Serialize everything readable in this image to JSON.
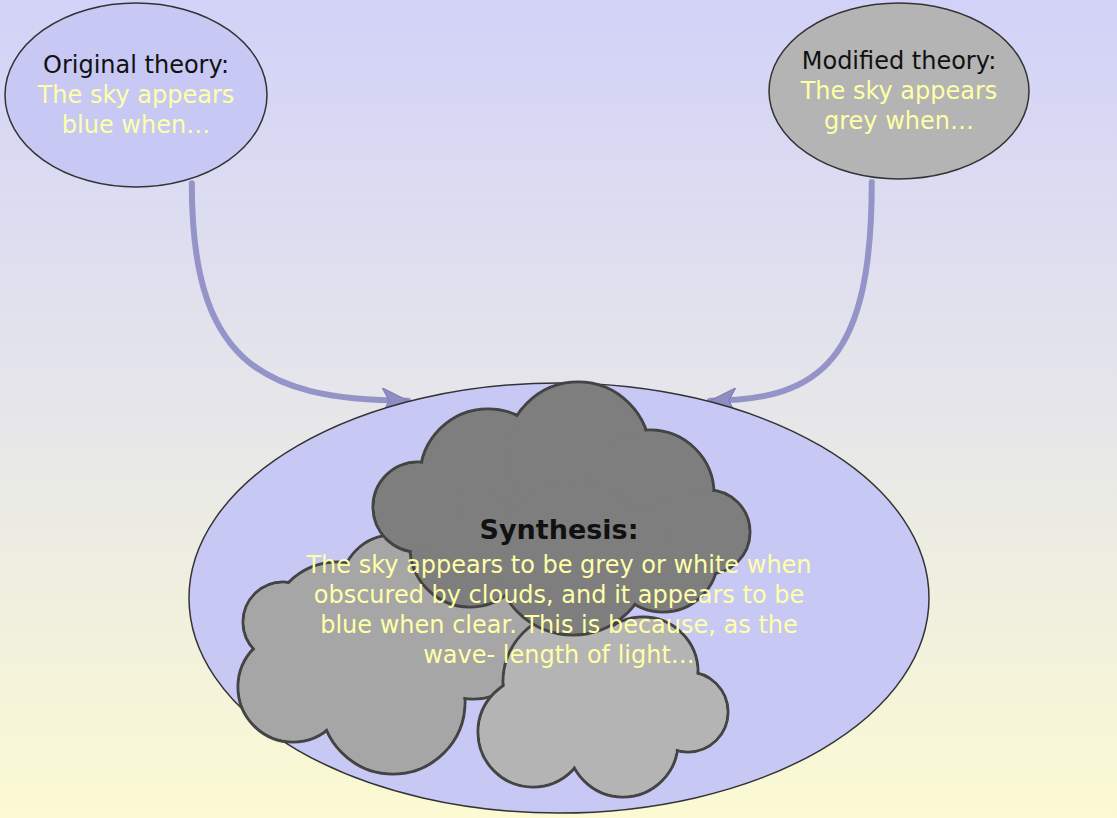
{
  "diagram": {
    "nodes": [
      {
        "text": [
          "Original theory:",
          "The sky appears blue when…"
        ]
      },
      {
        "text": [
          "Modified theory:",
          "The sky appears grey when…"
        ]
      },
      {
        "text": [
          "Synthesis:",
          "The sky appears to be grey or white when obscured by clouds, and it appears to be blue when clear. This is because, as the wave- length of light…"
        ]
      }
    ],
    "edges": [
      {
        "from": 0,
        "to": 2,
        "arrow": "to"
      },
      {
        "from": 1,
        "to": 2,
        "arrow": "to"
      }
    ]
  }
}
